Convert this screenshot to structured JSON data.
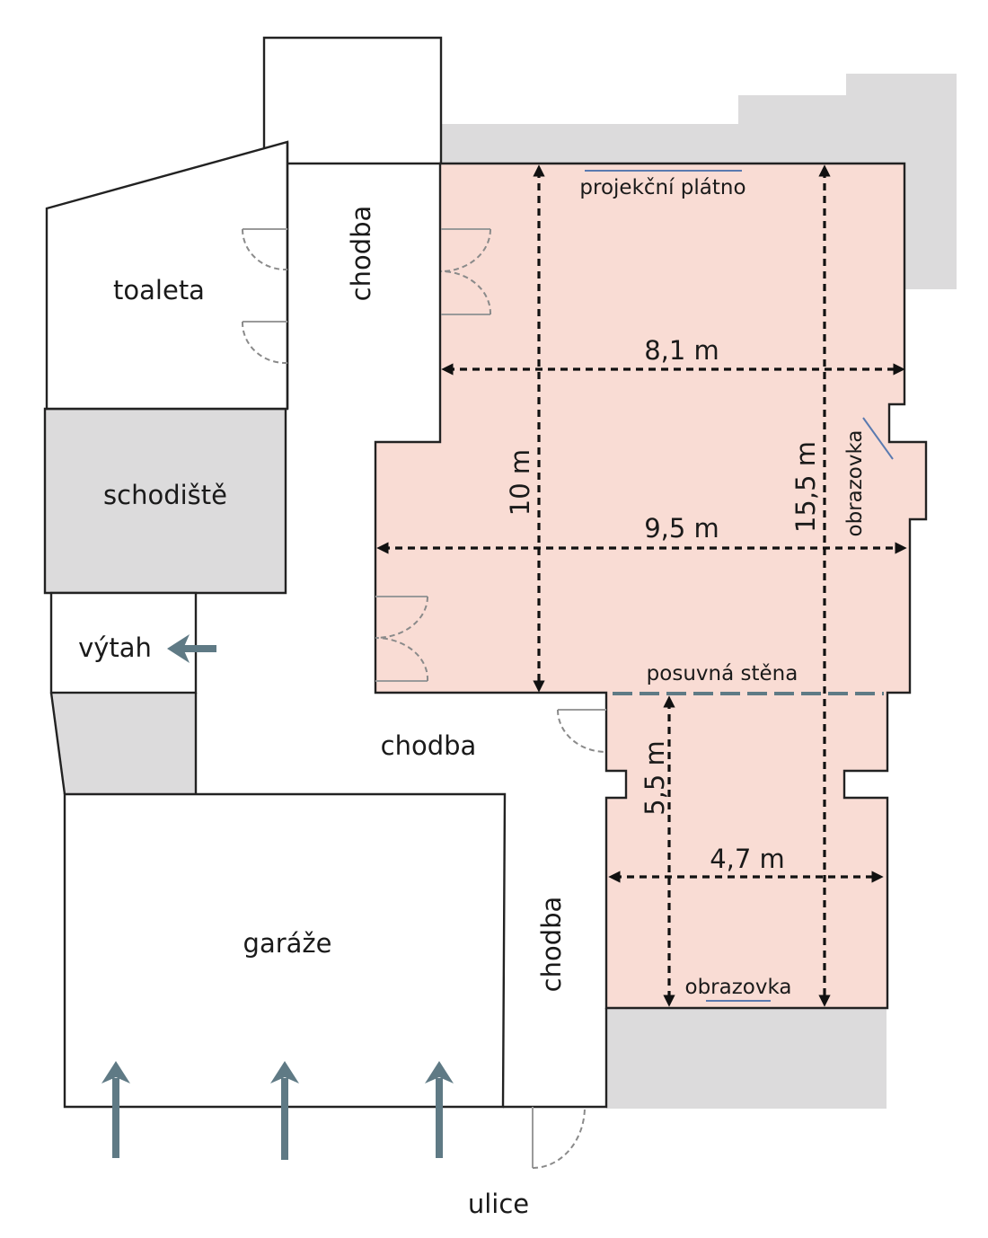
{
  "rooms": {
    "toilet": "toaleta",
    "stairs": "schodiště",
    "elevator": "výtah",
    "garages": "garáže",
    "corridor_top": "chodba",
    "corridor_middle": "chodba",
    "corridor_bottom": "chodba",
    "street": "ulice"
  },
  "features": {
    "projection_screen": "projekční plátno",
    "screen_side": "obrazovka",
    "screen_bottom": "obrazovka",
    "sliding_wall": "posuvná stěna"
  },
  "dimensions": {
    "width_upper": "8,1 m",
    "width_middle": "9,5 m",
    "width_lower": "4,7 m",
    "depth_main": "10 m",
    "depth_total": "15,5 m",
    "depth_lower": "5,5 m"
  },
  "colors": {
    "hall_fill": "#f9dcd4",
    "grey_area": "#dcdbdc",
    "arrow": "#5f7a85",
    "screen_line": "#5a7ab0"
  }
}
